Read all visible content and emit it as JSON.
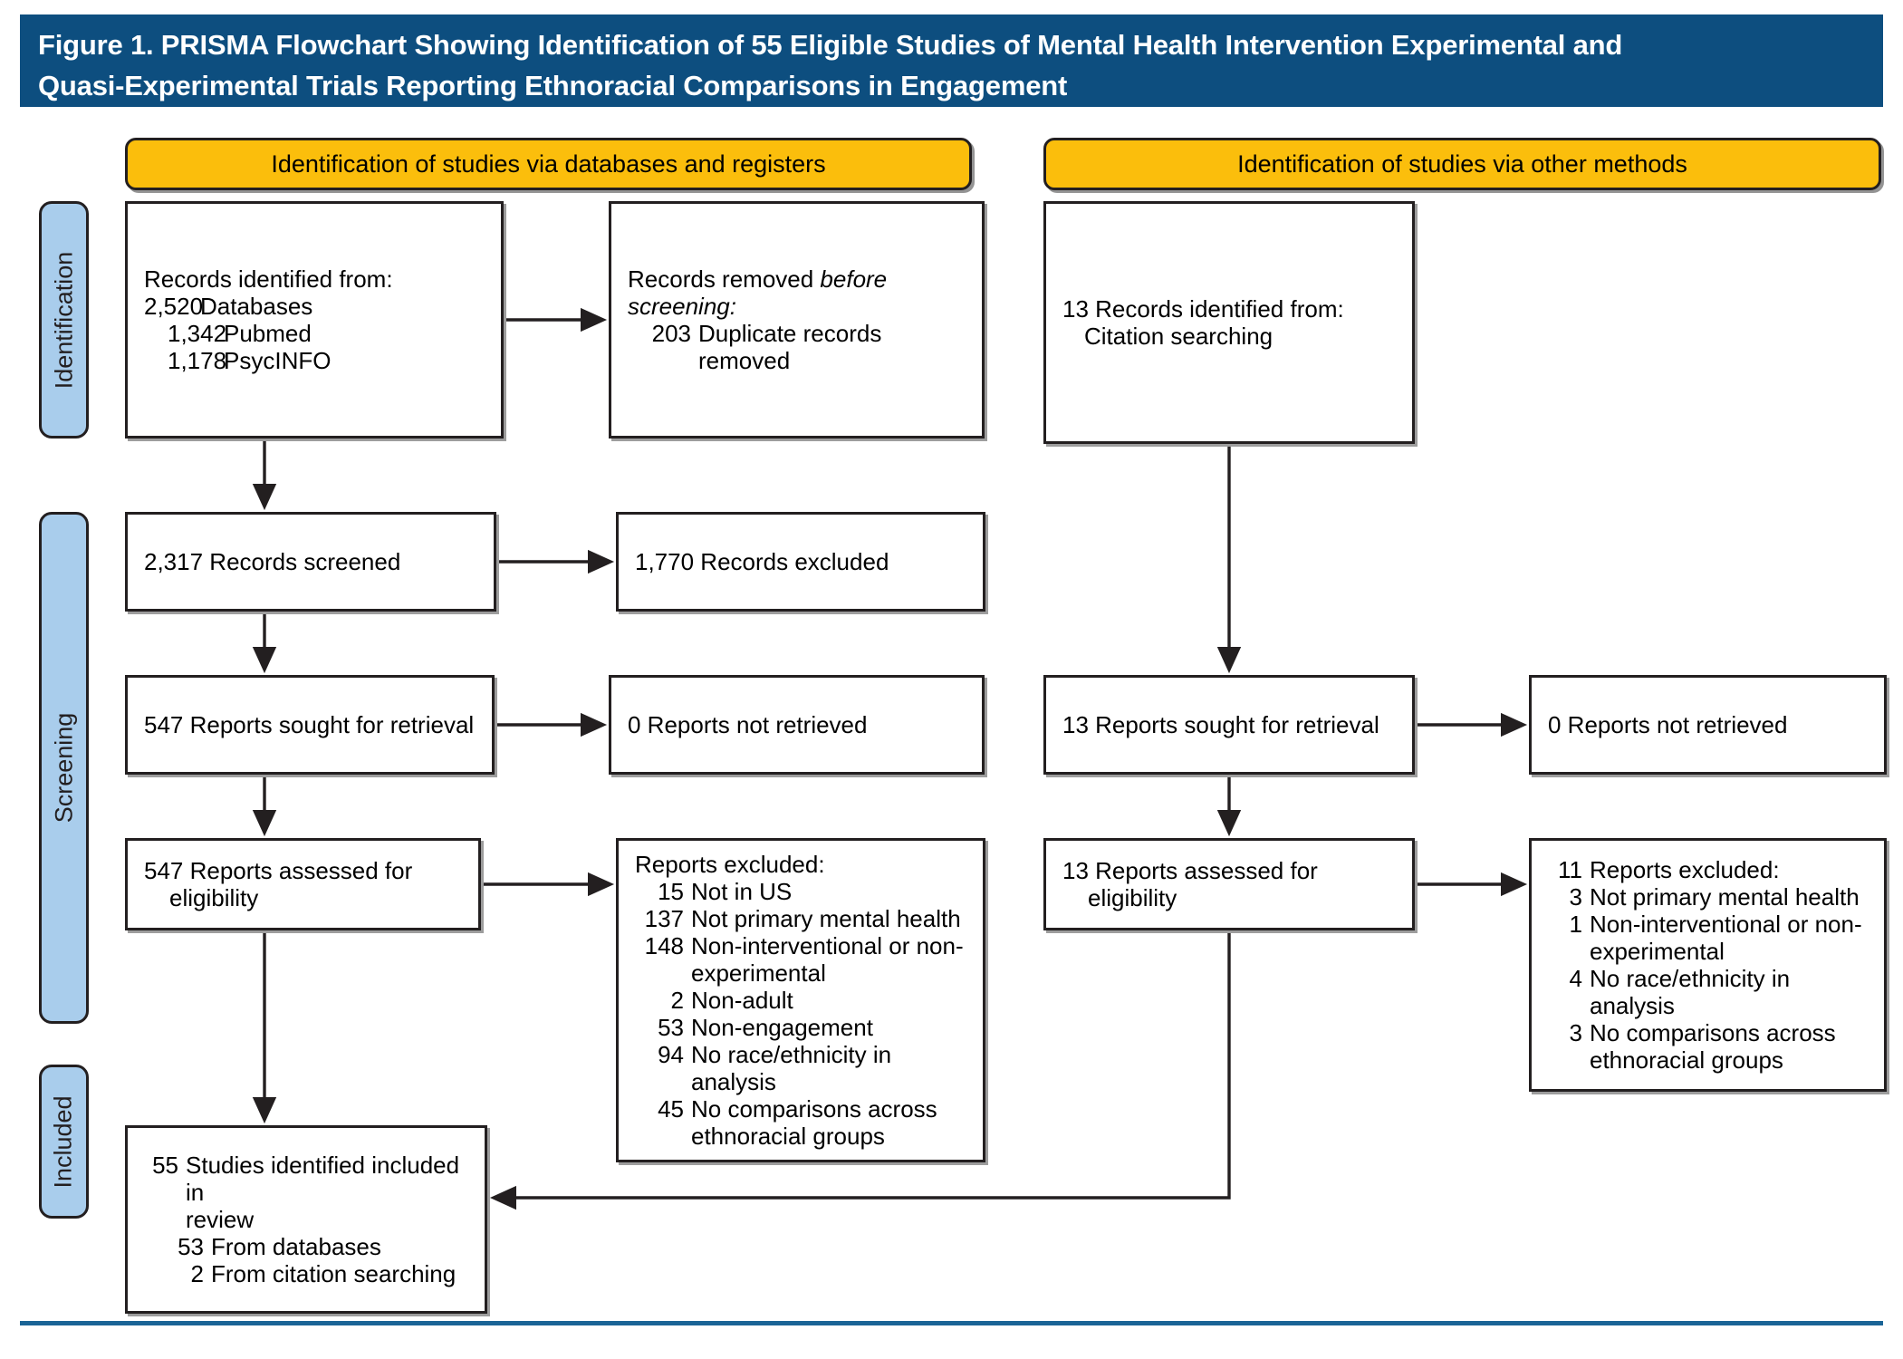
{
  "figure": {
    "title_line1": "Figure 1. PRISMA Flowchart Showing Identification of 55 Eligible Studies of Mental Health Intervention Experimental and",
    "title_line2": "Quasi-Experimental Trials Reporting Ethnoracial Comparisons in Engagement"
  },
  "colors": {
    "banner": "#0d4e7f",
    "section_header": "#fbbe0c",
    "stage_label": "#a9cdec",
    "box_border": "#231f20",
    "bottom_rule": "#1a6496"
  },
  "stages": {
    "identification": "Identification",
    "screening": "Screening",
    "included": "Included"
  },
  "section_headers": {
    "databases": "Identification of studies via databases and registers",
    "other": "Identification of studies via other methods"
  },
  "boxes": {
    "identified": {
      "head": "Records identified from:",
      "rows": [
        {
          "num": "2,520",
          "label": "Databases"
        },
        {
          "num": "1,342",
          "label": "Pubmed",
          "extra_indent": true
        },
        {
          "num": "1,178",
          "label": "PsycINFO",
          "extra_indent": true
        }
      ]
    },
    "removed": {
      "head_plain": "Records removed ",
      "head_italic": "before screening:",
      "rows": [
        {
          "num": "203",
          "label": "Duplicate records removed"
        }
      ]
    },
    "other_identified": {
      "head": "13 Records identified from:",
      "sub": "Citation searching"
    },
    "screened": {
      "text": "2,317 Records screened"
    },
    "excluded_records": {
      "text": "1,770 Records excluded"
    },
    "sought": {
      "text": "547 Reports sought for retrieval"
    },
    "not_retrieved": {
      "text": "0 Reports not retrieved"
    },
    "other_sought": {
      "text": "13 Reports sought for retrieval"
    },
    "other_not_retrieved": {
      "text": "0 Reports not retrieved"
    },
    "assessed": {
      "line1": "547 Reports assessed for",
      "line2": "eligibility"
    },
    "other_assessed": {
      "line1": "13 Reports assessed for",
      "line2": "eligibility"
    },
    "excluded_detail": {
      "head": "Reports excluded:",
      "rows": [
        {
          "num": "15",
          "label": "Not in US"
        },
        {
          "num": "137",
          "label": "Not primary mental health"
        },
        {
          "num": "148",
          "label": "Non-interventional or non-experimental"
        },
        {
          "num": "2",
          "label": "Non-adult"
        },
        {
          "num": "53",
          "label": "Non-engagement"
        },
        {
          "num": "94",
          "label": "No race/ethnicity in analysis"
        },
        {
          "num": "45",
          "label": "No comparisons across ethnoracial groups"
        }
      ]
    },
    "other_excluded_detail": {
      "head_num": "11",
      "head": "Reports excluded:",
      "rows": [
        {
          "num": "3",
          "label": "Not primary mental health"
        },
        {
          "num": "1",
          "label": "Non-interventional or non-experimental"
        },
        {
          "num": "4",
          "label": "No race/ethnicity in analysis"
        },
        {
          "num": "3",
          "label": "No comparisons across ethnoracial groups"
        }
      ]
    },
    "included": {
      "head_num": "55",
      "head_line1": "Studies identified included in",
      "head_line2": "review",
      "rows": [
        {
          "num": "53",
          "label": "From databases"
        },
        {
          "num": "2",
          "label": "From citation searching"
        }
      ]
    }
  }
}
